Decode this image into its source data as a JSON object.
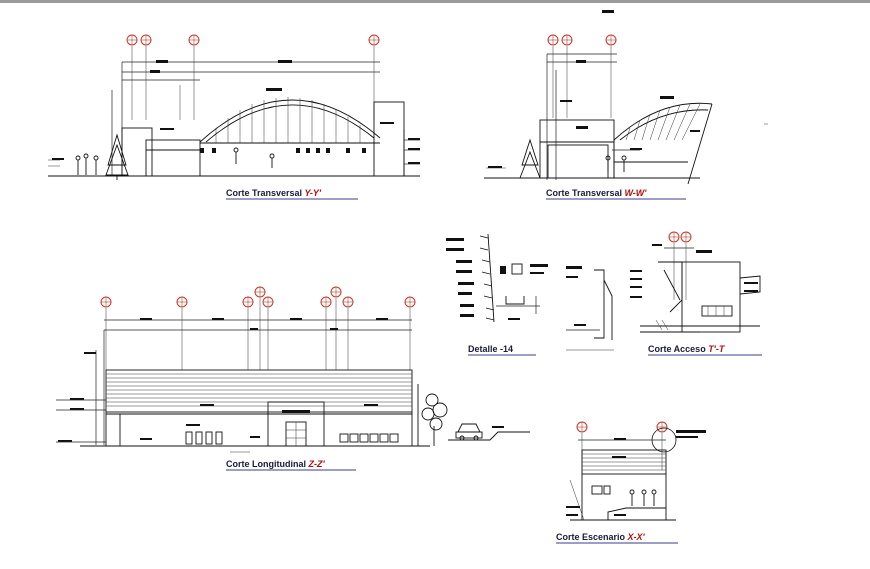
{
  "drawings": [
    {
      "id": "yy",
      "title": "Corte Transversal ",
      "code": "Y-Y'"
    },
    {
      "id": "ww",
      "title": "Corte Transversal ",
      "code": "W-W'"
    },
    {
      "id": "d14",
      "title": "Detalle -14",
      "code": ""
    },
    {
      "id": "tt",
      "title": "Corte Acceso ",
      "code": "T'-T"
    },
    {
      "id": "zz",
      "title": "Corte Longitudinal ",
      "code": "Z-Z'"
    },
    {
      "id": "xx",
      "title": "Corte Escenario ",
      "code": "X-X'"
    }
  ],
  "colors": {
    "ink": "#111111",
    "grid_marker": "#c0392b",
    "title_text": "#1a1a3a",
    "title_code": "#b01010",
    "underline": "#3d3d8a",
    "topbar": "#9a9a9a"
  }
}
